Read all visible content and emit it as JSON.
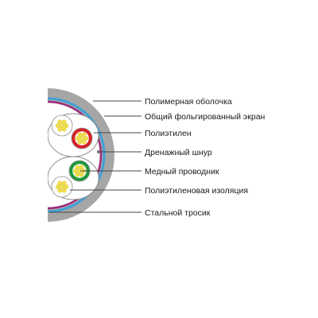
{
  "labels": {
    "outer_sheath": "Полимерная оболочка",
    "foil_screen": "Общий фольгированный экран",
    "polyethylene": "Полиэтилен",
    "drain_wire": "Дренажный шнур",
    "copper_conductor": "Медный проводник",
    "pe_insulation": "Полиэтиленовая изоляция",
    "steel_wire": "Стальной тросик"
  },
  "colors": {
    "sheath": "#a6a6a6",
    "screen_blue": "#3ea0d8",
    "screen_magenta": "#a2247e",
    "core_fill": "#ffffff",
    "core_outline": "#8c8c8c",
    "copper": "#f2e04a",
    "red_insulation": "#d92026",
    "green_insulation": "#1e9a3c",
    "leader": "#444444"
  }
}
